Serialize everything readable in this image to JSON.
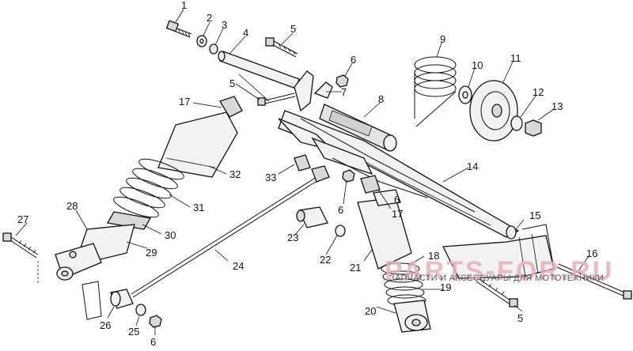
{
  "labels": {
    "l1": "1",
    "l2": "2",
    "l3": "3",
    "l4": "4",
    "l5a": "5",
    "l6a": "6",
    "l5b": "5",
    "l7": "7",
    "l8": "8",
    "l9": "9",
    "l10": "10",
    "l11": "11",
    "l12": "12",
    "l13": "13",
    "l14": "14",
    "l15": "15",
    "l16": "16",
    "l17a": "17",
    "l17b": "17",
    "l6b": "6",
    "l6c": "6",
    "l18": "18",
    "l19": "19",
    "l20": "20",
    "l21": "21",
    "l22": "22",
    "l23": "23",
    "l24": "24",
    "l25": "25",
    "l26": "26",
    "l27": "27",
    "l28": "28",
    "l29": "29",
    "l30": "30",
    "l31": "31",
    "l32": "32",
    "l33": "33",
    "l5c": "5",
    "l6d": "6"
  },
  "watermark": {
    "text": "ЗАПЧАСТИ И АКСЕССУАРЫ ДЛЯ МОТОТЕХНИКИ",
    "brand": "PARTS-FOR.RU"
  }
}
